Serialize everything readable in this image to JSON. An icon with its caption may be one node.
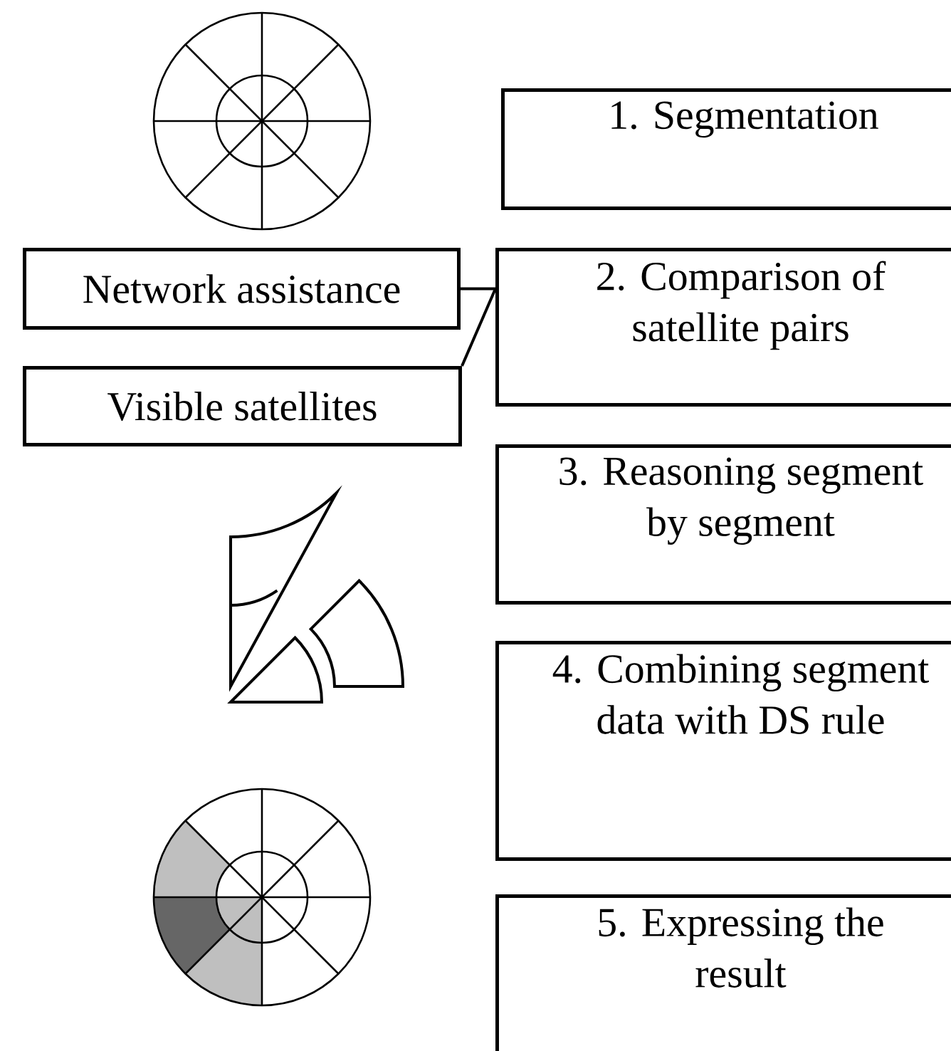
{
  "diagram": {
    "nodes": [
      {
        "text": [
          "1. Segmentation"
        ]
      },
      {
        "text": [
          "Network assistance"
        ]
      },
      {
        "text": [
          "2. Comparison of satellite pairs"
        ]
      },
      {
        "text": [
          "Visible satellites"
        ]
      },
      {
        "text": [
          "3. Reasoning segment by segment"
        ]
      },
      {
        "text": [
          "4. Combining segment data with DS rule"
        ]
      },
      {
        "text": [
          "5. Expressing the result"
        ]
      }
    ],
    "edges": [
      {
        "from": 1,
        "to": 2,
        "arrow": "none"
      },
      {
        "from": 3,
        "to": 2,
        "arrow": "none"
      }
    ]
  }
}
